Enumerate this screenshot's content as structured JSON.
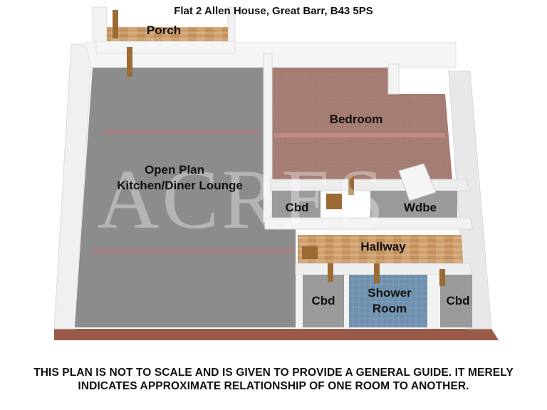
{
  "title": "Flat 2 Allen House, Great Barr, B43 5PS",
  "watermark": "ACRES",
  "rooms": {
    "porch": "Porch",
    "bedroom": "Bedroom",
    "lounge_line1": "Open Plan",
    "lounge_line2": "Kitchen/Diner Lounge",
    "cbd_upper": "Cbd",
    "wardrobe": "Wdbe",
    "hallway": "Hallway",
    "cbd_left": "Cbd",
    "shower_line1": "Shower",
    "shower_line2": "Room",
    "cbd_right": "Cbd"
  },
  "disclaimer": "THIS PLAN IS NOT TO SCALE AND IS GIVEN TO PROVIDE A GENERAL GUIDE. IT MERELY INDICATES APPROXIMATE RELATIONSHIP OF ONE ROOM TO ANOTHER.",
  "colors": {
    "wall": "#f2f2f2",
    "wall_shadow": "#d4d4d4",
    "lounge_floor": "#8a8a8a",
    "bedroom_carpet": "#a47c72",
    "wood_floor": "#c79a6a",
    "shower_tiles": "#7a9bb5",
    "brick_base": "#9a5a4a",
    "door": "#9b6a35"
  }
}
